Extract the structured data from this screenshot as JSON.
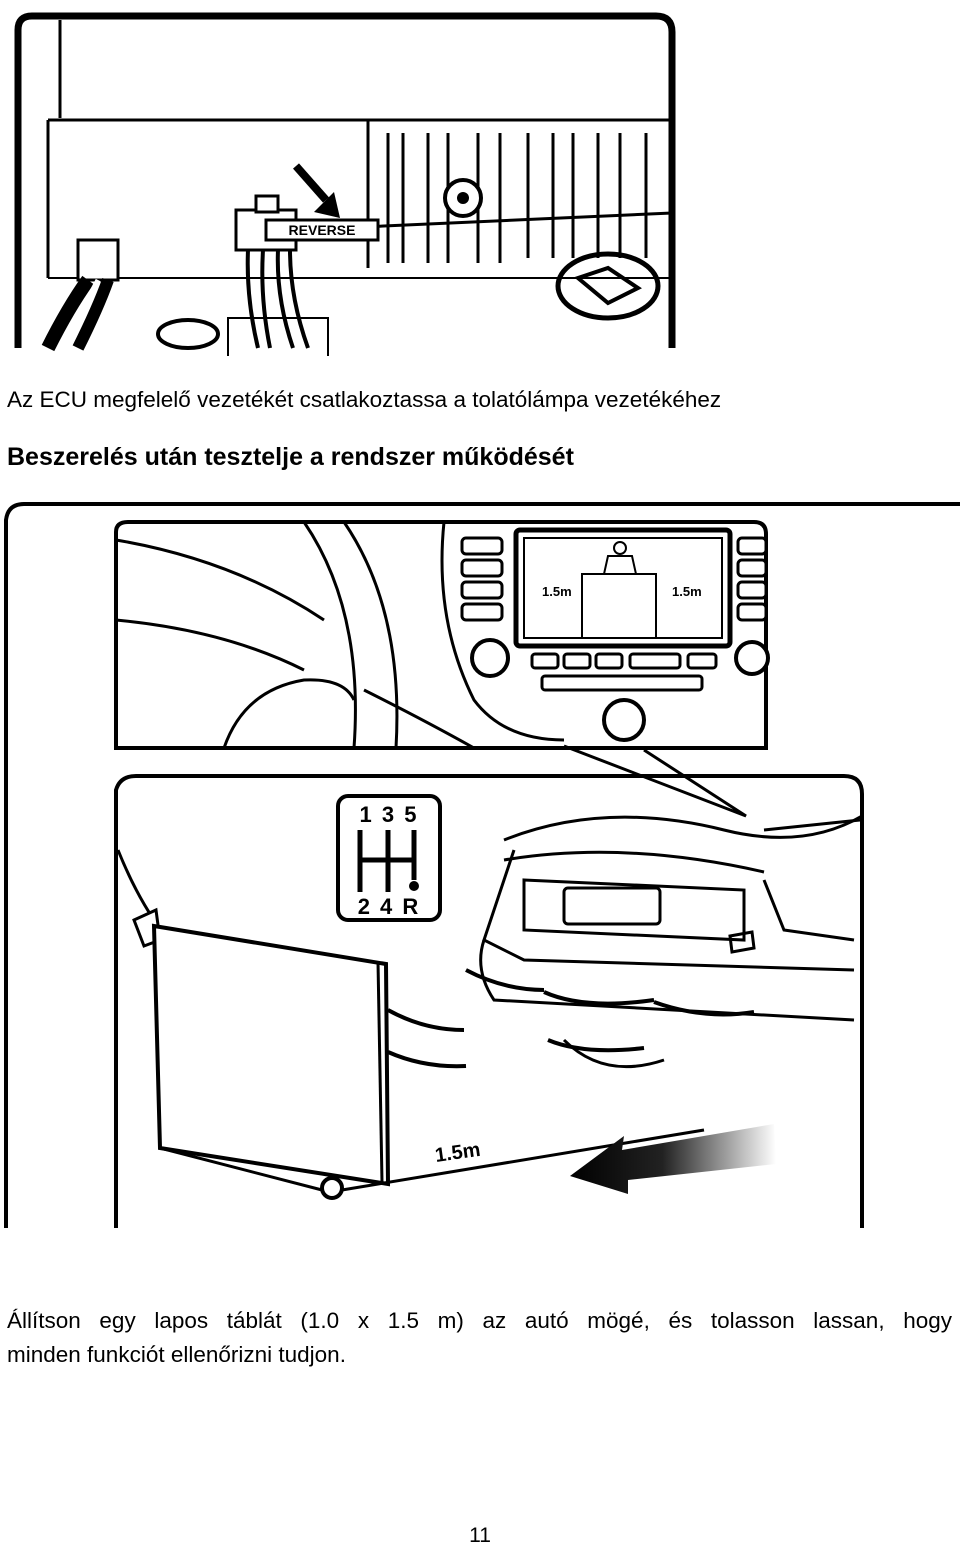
{
  "figure_top": {
    "label_reverse": "REVERSE"
  },
  "caption_ecu": "Az ECU megfelelő vezetékét csatlakoztassa a tolatólámpa vezetékéhez",
  "heading_test": "Beszerelés után tesztelje a rendszer működését",
  "figure_bottom": {
    "monitor_left_distance": "1.5m",
    "monitor_right_distance": "1.5m",
    "gear_top_numbers": "1 3 5",
    "gear_bottom_numbers": "2 4 R",
    "board_distance": "1.5m"
  },
  "paragraph": {
    "line1": "Állítson egy lapos táblát (1.0 x 1.5 m) az autó mögé, és tolasson lassan, hogy",
    "line2": "minden funkciót ellenőrizni tudjon."
  },
  "page_number": "11"
}
